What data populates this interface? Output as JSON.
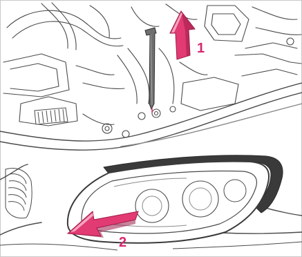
{
  "diagram": {
    "colors": {
      "background": "#ffffff",
      "line": "#4a4a4a",
      "line_light": "#8a8a8a",
      "arrow_fill": "#e23a72",
      "arrow_shadow": "#9c1e4a",
      "arrow_highlight": "#f7a6bf",
      "tool_fill": "#6f6f6f",
      "lamp_bezel": "#3a3a3a",
      "callout_text": "#d6286f"
    },
    "steps": [
      {
        "number": "1",
        "direction": "up",
        "icon": "arrow-up-icon"
      },
      {
        "number": "2",
        "direction": "out-left",
        "icon": "arrow-left-icon"
      }
    ],
    "tool_icon": "pin-tool-icon",
    "part_icon": "headlamp-icon"
  }
}
